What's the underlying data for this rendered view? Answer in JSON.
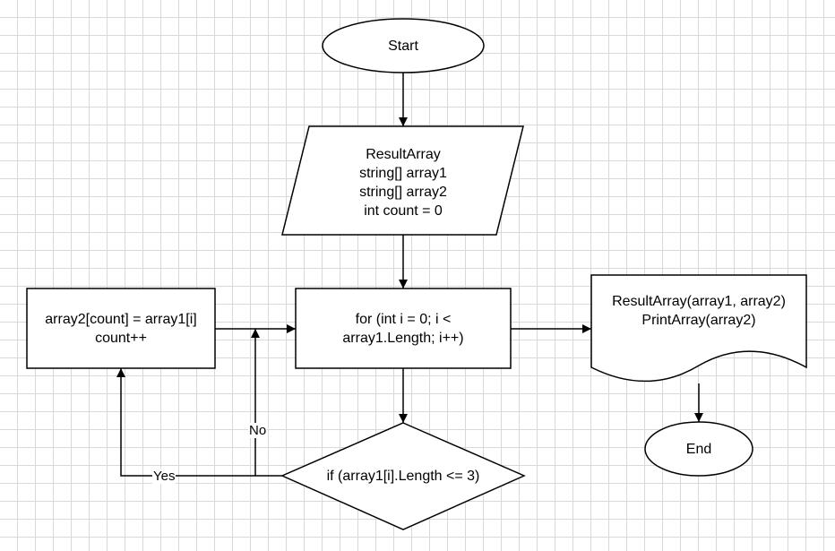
{
  "nodes": {
    "start": "Start",
    "input": "ResultArray\nstring[] array1\nstring[] array2\nint count = 0",
    "loop": "for (int i = 0; i <\narray1.Length; i++)",
    "assign": "array2[count] = array1[i]\ncount++",
    "condition": "if (array1[i].Length <= 3)",
    "output": "ResultArray(array1, array2)\nPrintArray(array2)",
    "end": "End"
  },
  "edge_labels": {
    "yes": "Yes",
    "no": "No"
  },
  "colors": {
    "stroke": "#000000",
    "fill": "#ffffff",
    "grid": "#d9d9d9"
  }
}
